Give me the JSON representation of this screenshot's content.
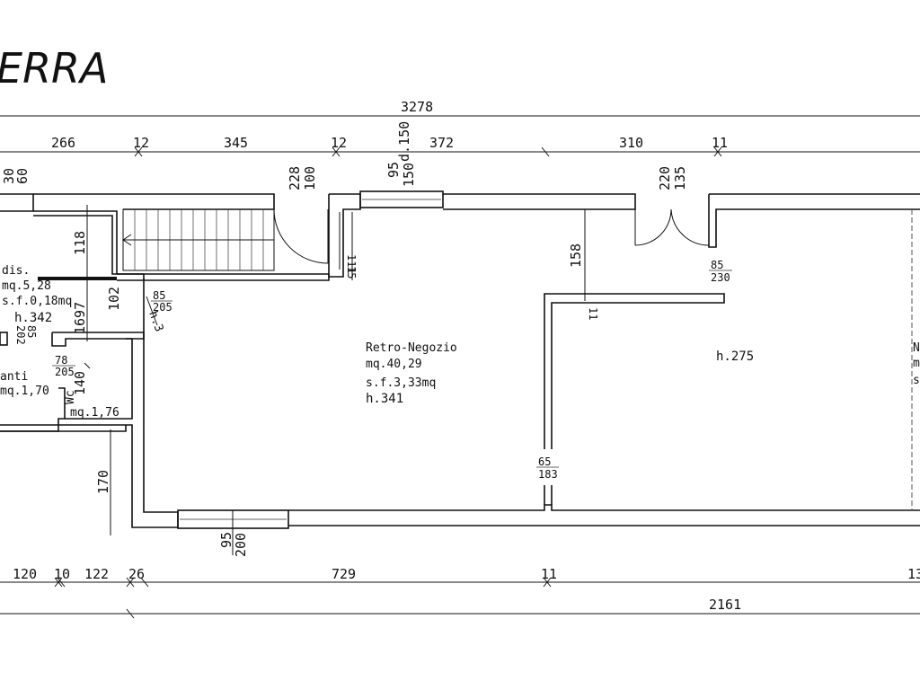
{
  "title": "ERRA",
  "dimensions": {
    "top_total": "3278",
    "top_segments": [
      "266",
      "12",
      "345",
      "12",
      "372",
      "310",
      "11"
    ],
    "top_vertical": [
      "30",
      "60",
      "228",
      "100",
      "d.150",
      "95",
      "150",
      "220",
      "135"
    ],
    "bottom_segments": [
      "120",
      "10",
      "122",
      "26",
      "729",
      "11",
      "13"
    ],
    "bottom_total": "2161",
    "left_vertical": [
      "118",
      "102",
      "1697",
      "140",
      "170"
    ],
    "interior": [
      "111",
      "15",
      "158",
      "11",
      "95",
      "200"
    ]
  },
  "openings": [
    {
      "w": "85",
      "h": "205"
    },
    {
      "w": "85",
      "h": "230"
    },
    {
      "w": "85",
      "h": "202"
    },
    {
      "w": "78",
      "h": "205"
    },
    {
      "w": "65",
      "h": "183"
    }
  ],
  "rooms": {
    "dis": {
      "name": "dis.",
      "area": "mq.5,28",
      "sf": "s.f.0,18mq",
      "height": "h.342"
    },
    "anti": {
      "name": "anti",
      "area": "mq.1,70"
    },
    "wc": {
      "name": "Wc",
      "area": "mq.1,76"
    },
    "retro": {
      "name": "Retro-Negozio",
      "area": "mq.40,29",
      "sf": "s.f.3,33mq",
      "height": "h.341"
    },
    "shop": {
      "height": "h.275"
    },
    "stair_height": "h.3",
    "right_cut": [
      "N",
      "m",
      "s"
    ]
  }
}
